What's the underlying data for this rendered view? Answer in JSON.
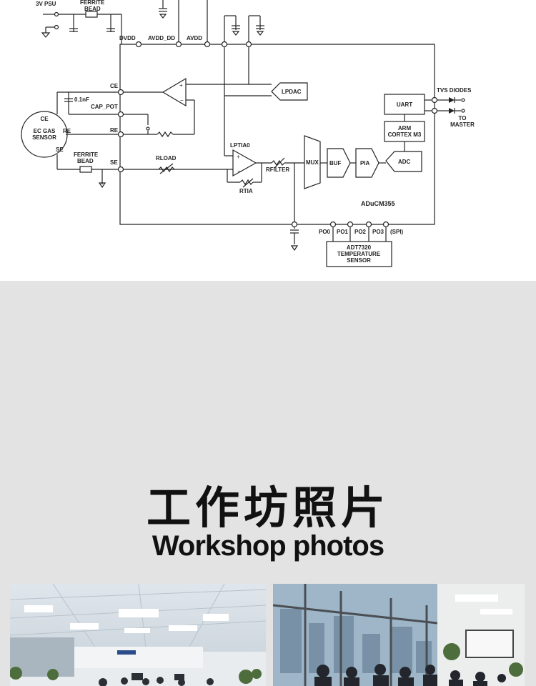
{
  "diagram": {
    "labels": {
      "psu": "3V PSU",
      "ferrite_bead_top": "FERRITE\nBEAD",
      "dvdd": "DVDD",
      "avdd_dd": "AVDD_DD",
      "avdd": "AVDD",
      "ce_pin": "CE",
      "re_pin": "RE",
      "se_pin": "SE",
      "cap_value": "0.1nF",
      "cap_pot": "CAP_POT",
      "sensor_ce": "CE",
      "sensor_re": "RE",
      "sensor_se": "SE",
      "sensor_name": "EC GAS\nSENSOR",
      "ferrite_bead_bottom": "FERRITE\nBEAD",
      "rload": "RLOAD",
      "lptia": "LPTIA0",
      "rtia": "RTIA",
      "rfilter": "RFILTER",
      "lpdac": "LPDAC",
      "mux": "MUX",
      "buf": "BUF",
      "pia": "PIA",
      "adc": "ADC",
      "uart": "UART",
      "arm": "ARM\nCORTEX M3",
      "tvs": "TVS DIODES",
      "to_master": "TO\nMASTER",
      "chip": "ADuCM355",
      "po0": "PO0",
      "po1": "PO1",
      "po2": "PO2",
      "po3": "PO3",
      "spi": "(SPI)",
      "temp_sensor": "ADT7320\nTEMPERATURE\nSENSOR"
    }
  },
  "section": {
    "title_cn": "工作坊照片",
    "title_en": "Workshop photos"
  },
  "photos": [
    {
      "name": "office-photo-left"
    },
    {
      "name": "office-photo-right"
    }
  ],
  "colors": {
    "background_gray": "#e3e3e3",
    "text_dark": "#111111"
  }
}
